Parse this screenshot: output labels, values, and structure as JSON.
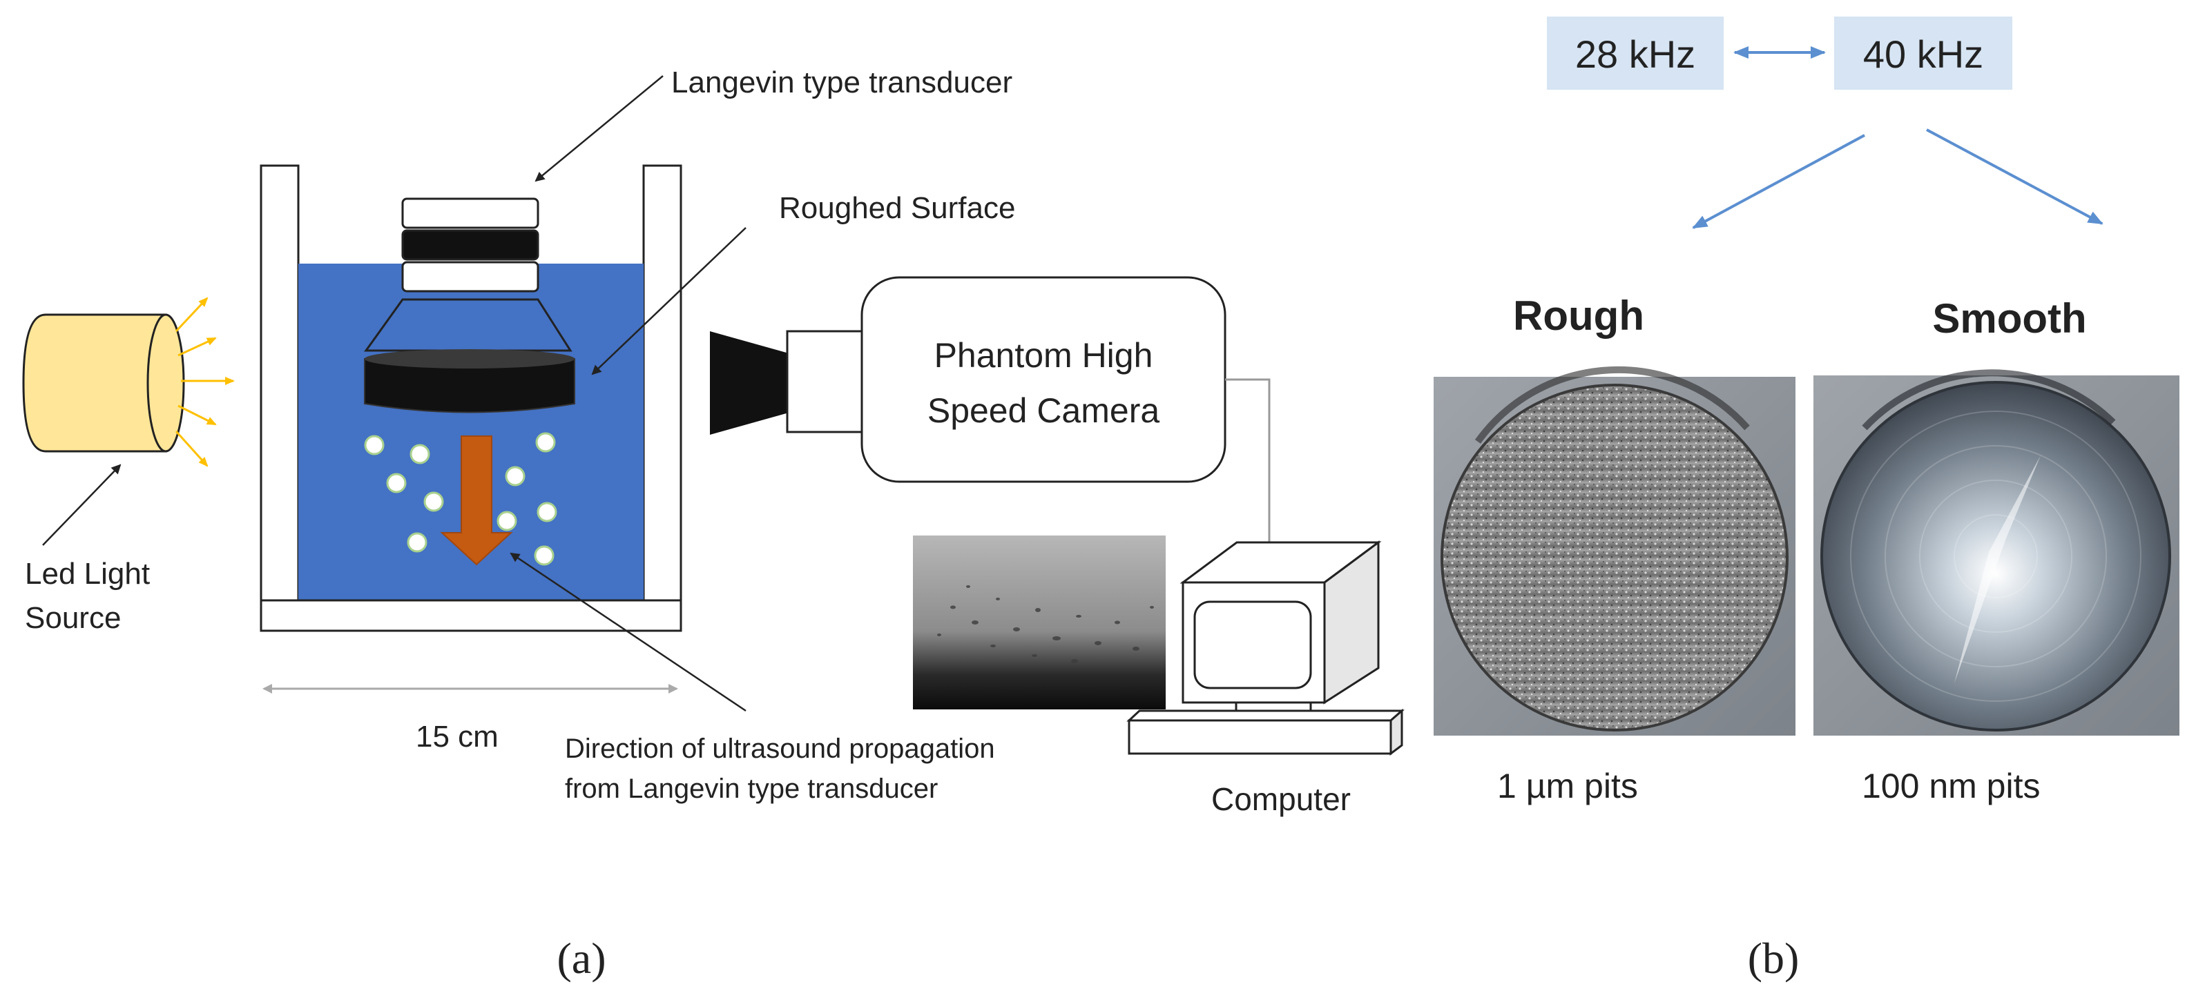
{
  "panel_a": {
    "labels": {
      "transducer": "Langevin type transducer",
      "roughed_surface": "Roughed Surface",
      "camera_line1": "Phantom High",
      "camera_line2": "Speed Camera",
      "light_line1": "Led Light",
      "light_line2": "Source",
      "width": "15 cm",
      "direction_line1": "Direction of ultrasound propagation",
      "direction_line2": "from Langevin type transducer",
      "computer": "Computer"
    },
    "caption": "(a)"
  },
  "panel_b": {
    "freq_low": "28 kHz",
    "freq_high": "40 kHz",
    "rough_title": "Rough",
    "smooth_title": "Smooth",
    "rough_pits": "1 µm pits",
    "smooth_pits": "100 nm pits",
    "caption": "(b)"
  },
  "colors": {
    "water": "#4472c4",
    "arrow": "#c55a11",
    "light_source": "#ffe699",
    "light_rays": "#ffc000",
    "freq_arrows": "#5b8fd0"
  }
}
